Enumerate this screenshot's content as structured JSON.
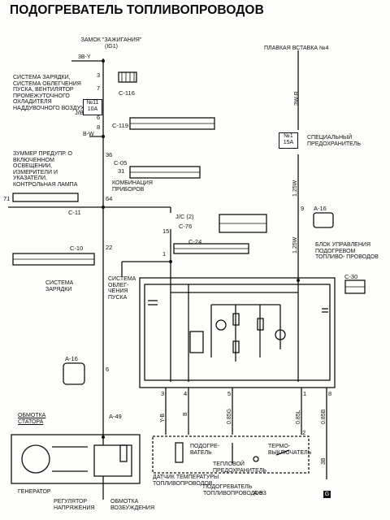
{
  "title": "ПОДОГРЕВАТЕЛЬ ТОПЛИВОПРОВОДОВ",
  "ignition": {
    "label": "ЗАМОК \"ЗАЖИГАНИЯ\" (IG1)",
    "wire_color": "3B-Y"
  },
  "fuse_link": {
    "label": "ПЛАВКАЯ ВСТАВКА №4",
    "wire_color": "3W-R"
  },
  "left_loads": {
    "charging_system_text": "СИСТЕМА ЗАРЯДКИ, СИСТЕМА ОБЛЕГЧЕНИЯ ПУСКА, ВЕНТИЛЯТОР ПРОМЕЖУТОЧНОГО ОХЛАДИТЕЛЯ НАДДУВОЧНОГО ВОЗДУХА",
    "buzzer_text": "ЗУММЕР ПРЕДУПР. О ВКЛЮЧЕННОМ ОСВЕЩЕНИИ, ИЗМЕРИТЕЛИ И УКАЗАТЕЛИ, КОНТРОЛЬНАЯ ЛАМПА",
    "charging_short": "СИСТЕМА ЗАРЯДКИ",
    "assist_start": "СИСТЕМА ОБЛЕГ- ЧЕНИЯ ПУСКА"
  },
  "connectors": {
    "c116": "C-116",
    "c119": "C-119",
    "jb": "J/B",
    "c05": "C-05",
    "combination": "КОМБИНАЦИЯ ПРИБОРОВ",
    "c11": "C-11",
    "c10": "C-10",
    "jc": "J/C (2)",
    "c76": "C-76",
    "c24": "C-24",
    "c30": "C-30",
    "a16_top": "A-16",
    "a16_left": "A-16",
    "a49": "A-49",
    "a93": "A-93"
  },
  "fuses": {
    "f11": {
      "num": "№11",
      "amp": "10A"
    },
    "f1": {
      "num": "№1",
      "amp": "15A",
      "label": "СПЕЦИАЛЬНЫЙ ПРЕДОХРАНИТЕЛЬ"
    }
  },
  "wires": {
    "b_w": "B-W",
    "w_1_25_a": "1.25W",
    "w_1_25_b": "1.25W",
    "y_b": "Y-B",
    "b": "B",
    "w_085_a": "0.85G",
    "w_085_b": "0.85L",
    "w_085_c": "0.85B",
    "sb": "3B"
  },
  "pins": {
    "p_left_top": "3",
    "p7": "7",
    "p6": "6",
    "p8": "8",
    "p36": "36",
    "p31": "31",
    "p71": "71",
    "p64": "64",
    "p22": "22",
    "p6b": "6",
    "p15": "15",
    "p1": "1",
    "p9": "9",
    "p3": "3",
    "p4": "4",
    "p5": "5",
    "p2": "2",
    "p8b": "8",
    "p1b": "1"
  },
  "control_unit": "БЛОК УПРАВЛЕНИЯ ПОДОГРЕВОМ ТОПЛИВО- ПРОВОДОВ",
  "alternator": {
    "stator": "ОБМОТКА СТАТОРА",
    "generator": "ГЕНЕРАТОР",
    "regulator": "РЕГУЛЯТОР НАПРЯЖЕНИЯ",
    "excitation": "ОБМОТКА ВОЗБУЖДЕНИЯ"
  },
  "heater_unit": {
    "heater": "ПОДОГРЕ- ВАТЕЛЬ",
    "thermoswitch": "ТЕРМО- ВЫКЛЮЧАТЕЛЬ",
    "thermal_fuse": "ТЕПЛОВОЙ ПРЕДОХРАНИТЕЛЬ",
    "temp_sensor": "ДАТЧИК ТЕМПЕРАТУРЫ ТОПЛИВОПРОВОДОВ",
    "heater_full": "ПОДОГРЕВАТЕЛЬ ТОПЛИВОПРОВОДОВ"
  },
  "ground": "G"
}
